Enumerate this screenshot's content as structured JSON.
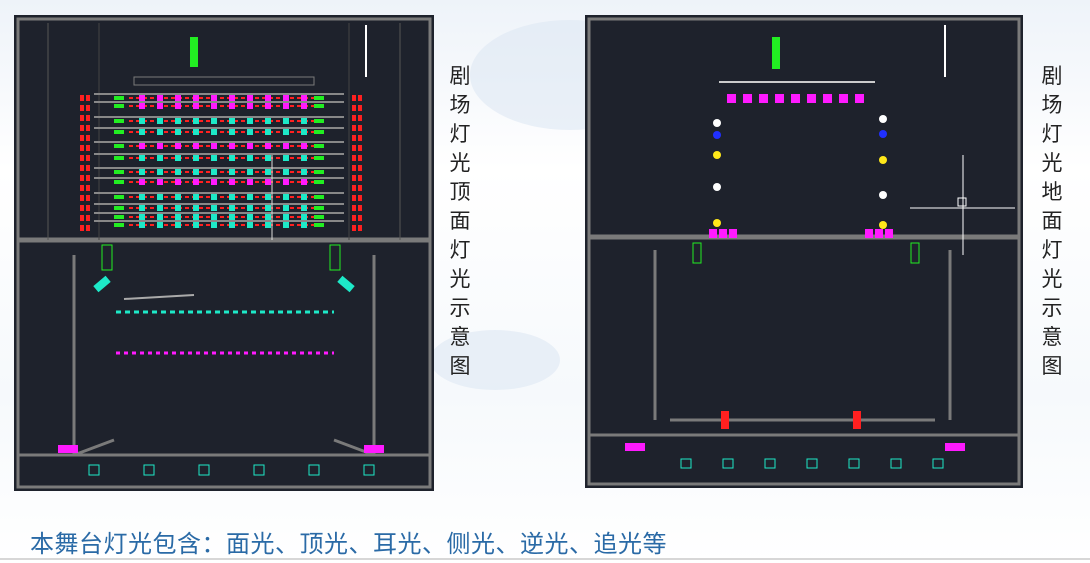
{
  "slide": {
    "left_label": "剧场灯光顶面灯光示意图",
    "right_label": "剧场灯光地面灯光示意图",
    "caption": "本舞台灯光包含：面光、顶光、耳光、侧光、逆光、追光等"
  },
  "colors": {
    "plan_bg": "#1e222c",
    "wall": "#7a7a7a",
    "fixture_magenta": "#ff1aff",
    "fixture_cyan": "#1de9c8",
    "fixture_red": "#ff2020",
    "fixture_green": "#22ee22",
    "fixture_yellow": "#ffe81a",
    "fixture_blue": "#2030ff",
    "caption": "#2a6aa6"
  }
}
